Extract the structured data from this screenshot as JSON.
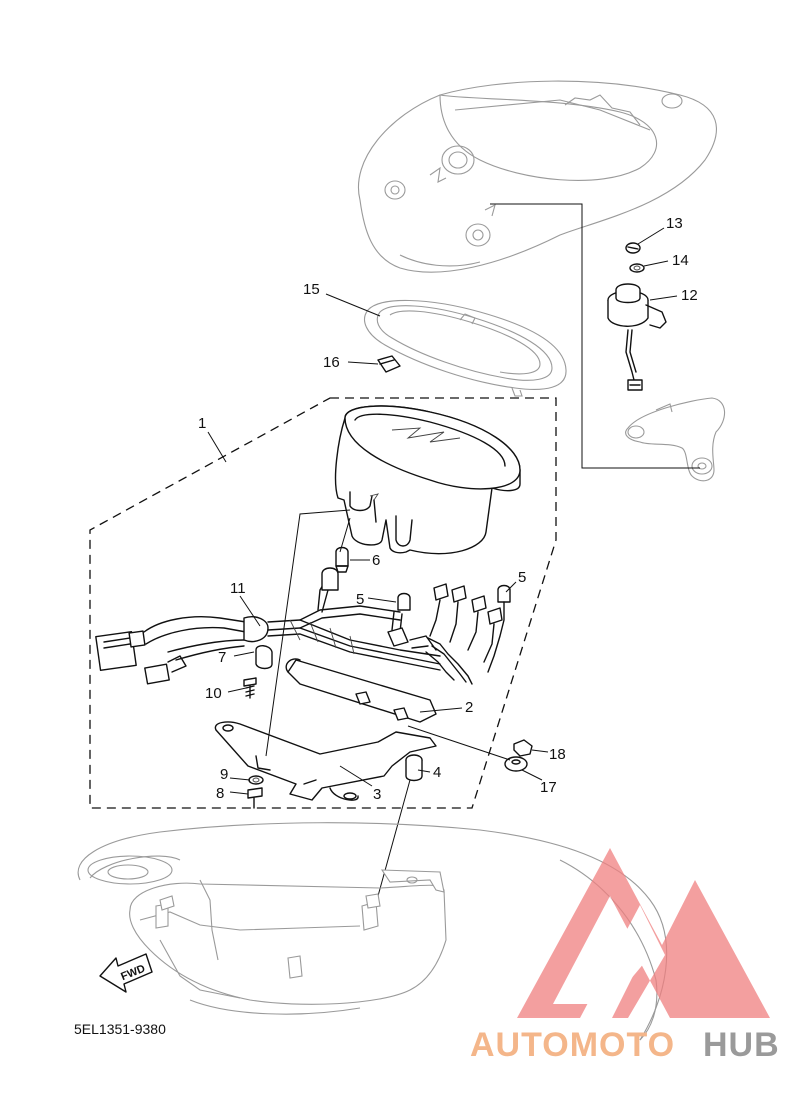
{
  "diagram": {
    "callouts": [
      {
        "id": "c1",
        "label": "1"
      },
      {
        "id": "c2",
        "label": "2"
      },
      {
        "id": "c3",
        "label": "3"
      },
      {
        "id": "c4",
        "label": "4"
      },
      {
        "id": "c5a",
        "label": "5"
      },
      {
        "id": "c5b",
        "label": "5"
      },
      {
        "id": "c6",
        "label": "6"
      },
      {
        "id": "c7",
        "label": "7"
      },
      {
        "id": "c8",
        "label": "8"
      },
      {
        "id": "c9",
        "label": "9"
      },
      {
        "id": "c10",
        "label": "10"
      },
      {
        "id": "c11",
        "label": "11"
      },
      {
        "id": "c12",
        "label": "12"
      },
      {
        "id": "c13",
        "label": "13"
      },
      {
        "id": "c14",
        "label": "14"
      },
      {
        "id": "c15",
        "label": "15"
      },
      {
        "id": "c16",
        "label": "16"
      },
      {
        "id": "c17",
        "label": "17"
      },
      {
        "id": "c18",
        "label": "18"
      }
    ],
    "fwd_label": "FWD",
    "part_code": "5EL1351-9380"
  },
  "watermark": {
    "text_part1": "AUTOMOTO",
    "text_part2": "HUB",
    "color_part1": "#f4b68a",
    "color_part2": "#9a9a9a",
    "logo_color": "#f08080"
  }
}
